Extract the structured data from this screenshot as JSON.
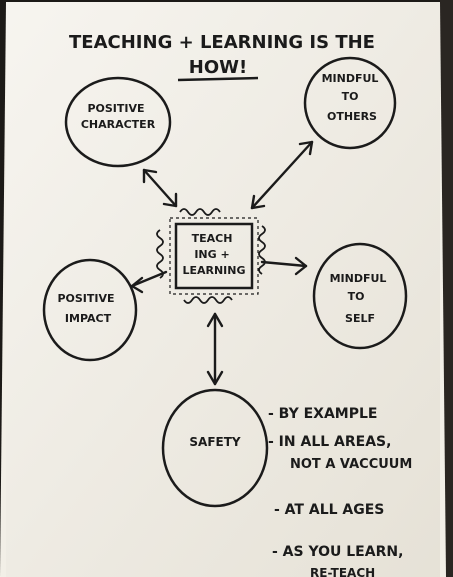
{
  "sheet": {
    "title_line1": "TEACHING + LEARNING IS THE",
    "title_line2": "HOW!"
  },
  "center": {
    "line1": "TEACH",
    "line2": "ING +",
    "line3": "LEARNING"
  },
  "nodes": {
    "positive_character": {
      "line1": "POSITIVE",
      "line2": "CHARACTER"
    },
    "mindful_to_others": {
      "line1": "MINDFUL",
      "line2": "TO",
      "line3": "OTHERS"
    },
    "positive_impact": {
      "line1": "POSITIVE",
      "line2": "IMPACT"
    },
    "mindful_to_self": {
      "line1": "MINDFUL",
      "line2": "TO",
      "line3": "SELF"
    },
    "safety": {
      "line1": "SAFETY"
    }
  },
  "notes": {
    "item1": "- BY EXAMPLE",
    "item2_a": "- IN ALL AREAS,",
    "item2_b": "NOT A VACCUUM",
    "item3": "- AT ALL AGES",
    "item4_a": "- AS YOU LEARN,",
    "item4_b": "RE-TEACH"
  },
  "colors": {
    "paper": "#f3f0e8",
    "ink": "#1b1b1b",
    "background": "#1c1a17"
  }
}
